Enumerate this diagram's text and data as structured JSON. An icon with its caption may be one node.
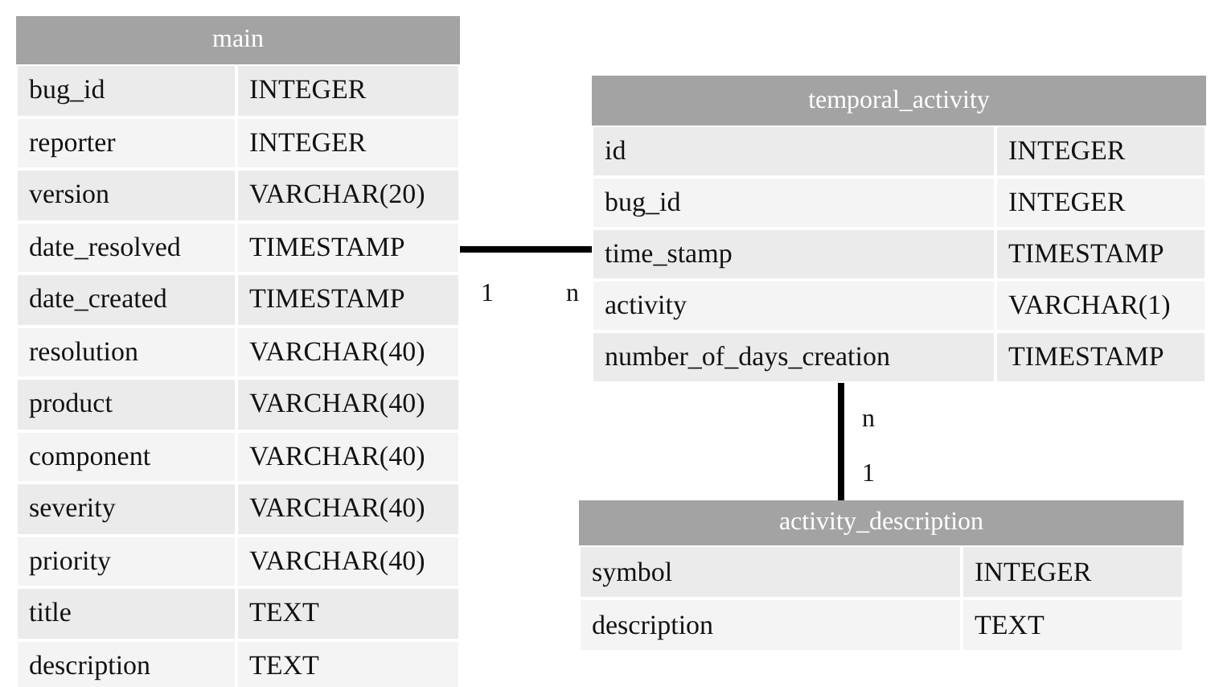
{
  "diagram": {
    "nodes": [
      {
        "text": [
          "main",
          "bug_id",
          "INTEGER",
          "reporter",
          "INTEGER",
          "version",
          "VARCHAR(20)",
          "date_resolved",
          "TIMESTAMP",
          "date_created",
          "TIMESTAMP",
          "resolution",
          "VARCHAR(40)",
          "product",
          "VARCHAR(40)",
          "component",
          "VARCHAR(40)",
          "severity",
          "VARCHAR(40)",
          "priority",
          "VARCHAR(40)",
          "title",
          "TEXT",
          "description",
          "TEXT"
        ]
      },
      {
        "text": [
          "temporal_activity",
          "id",
          "INTEGER",
          "bug_id",
          "INTEGER",
          "time_stamp",
          "TIMESTAMP",
          "activity",
          "VARCHAR(1)",
          "number_of_days_creation",
          "TIMESTAMP"
        ]
      },
      {
        "text": [
          "activity_description",
          "symbol",
          "INTEGER",
          "description",
          "TEXT"
        ]
      }
    ],
    "edges": [
      {
        "from": 0,
        "to": 1,
        "arrow": "none"
      },
      {
        "from": 1,
        "to": 2,
        "arrow": "none"
      }
    ],
    "labels": [
      "1",
      "n",
      "n",
      "1"
    ]
  }
}
